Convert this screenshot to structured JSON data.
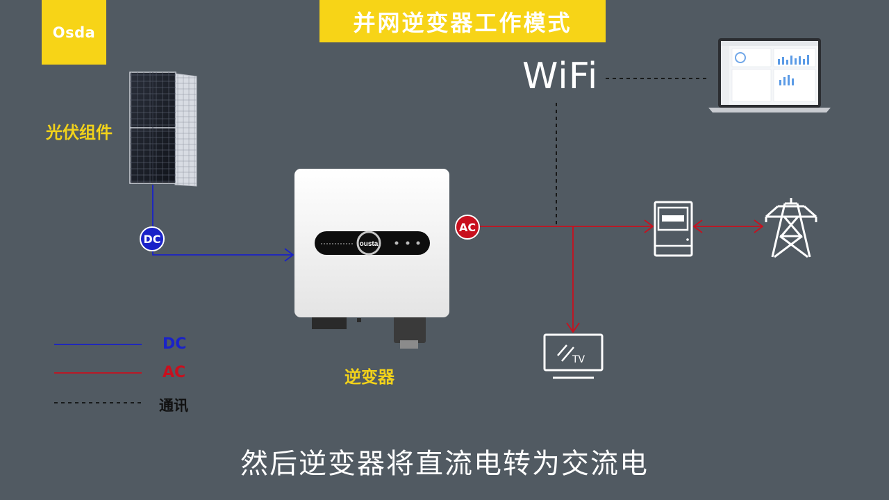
{
  "logo": {
    "text": "Osda"
  },
  "title": "并网逆变器工作模式",
  "labels": {
    "pv_module": "光伏组件",
    "inverter": "逆变器",
    "wifi": "WiFi",
    "tv": "TV",
    "inverter_brand": "ousta"
  },
  "badges": {
    "dc": "DC",
    "ac": "AC"
  },
  "legend": [
    {
      "label": "DC",
      "color": "#1a22c8",
      "style": "solid"
    },
    {
      "label": "AC",
      "color": "#c8101e",
      "style": "solid"
    },
    {
      "label": "通讯",
      "color": "#111111",
      "style": "dashed"
    }
  ],
  "subtitle": "然后逆变器将直流电转为交流电",
  "colors": {
    "background": "#515a62",
    "accent_yellow": "#f7d417",
    "dc_line": "#1a22c8",
    "ac_line": "#c8101e",
    "comm_line": "#111111"
  },
  "icons": [
    "solar-panel-icon",
    "inverter-icon",
    "laptop-icon",
    "electric-meter-icon",
    "transmission-tower-icon",
    "tv-icon"
  ]
}
